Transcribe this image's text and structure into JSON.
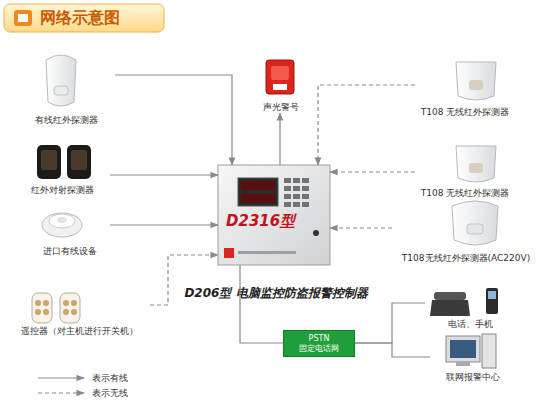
{
  "diagram": {
    "title": "网络示意图",
    "nodes": [
      {
        "text": [
          "有线红外探测器"
        ]
      },
      {
        "text": [
          "红外对射探测器"
        ]
      },
      {
        "text": [
          "进口有线设备"
        ]
      },
      {
        "text": [
          "遥控器（对主机进行开关机）"
        ]
      },
      {
        "text": [
          "声光警号"
        ]
      },
      {
        "text": [
          "T108 无线红外探测器"
        ]
      },
      {
        "text": [
          "T108 无线红外探测器"
        ]
      },
      {
        "text": [
          "T108无线红外探测器(AC220V)"
        ]
      },
      {
        "text": [
          "D206型  电脑监控防盗报警控制器"
        ]
      },
      {
        "text": [
          "PSTN",
          "固定电话网"
        ]
      },
      {
        "text": [
          "电话、手机"
        ]
      },
      {
        "text": [
          "联网报警中心"
        ]
      }
    ],
    "edges": [
      {
        "from": 0,
        "to": 8,
        "arrow": "to"
      },
      {
        "from": 1,
        "to": 8,
        "arrow": "to"
      },
      {
        "from": 2,
        "to": 8,
        "arrow": "to"
      },
      {
        "from": 3,
        "to": 8,
        "arrow": "to"
      },
      {
        "from": 8,
        "to": 4,
        "arrow": "to"
      },
      {
        "from": 5,
        "to": 8,
        "arrow": "to"
      },
      {
        "from": 6,
        "to": 8,
        "arrow": "to"
      },
      {
        "from": 7,
        "to": 8,
        "arrow": "to"
      },
      {
        "from": 8,
        "to": 9,
        "arrow": "none"
      },
      {
        "from": 9,
        "to": 10,
        "arrow": "none"
      },
      {
        "from": 9,
        "to": 11,
        "arrow": "none"
      }
    ],
    "labels": [
      "D2316型"
    ],
    "legend": [
      {
        "text": "表示有线"
      },
      {
        "text": "表示无线"
      }
    ]
  }
}
